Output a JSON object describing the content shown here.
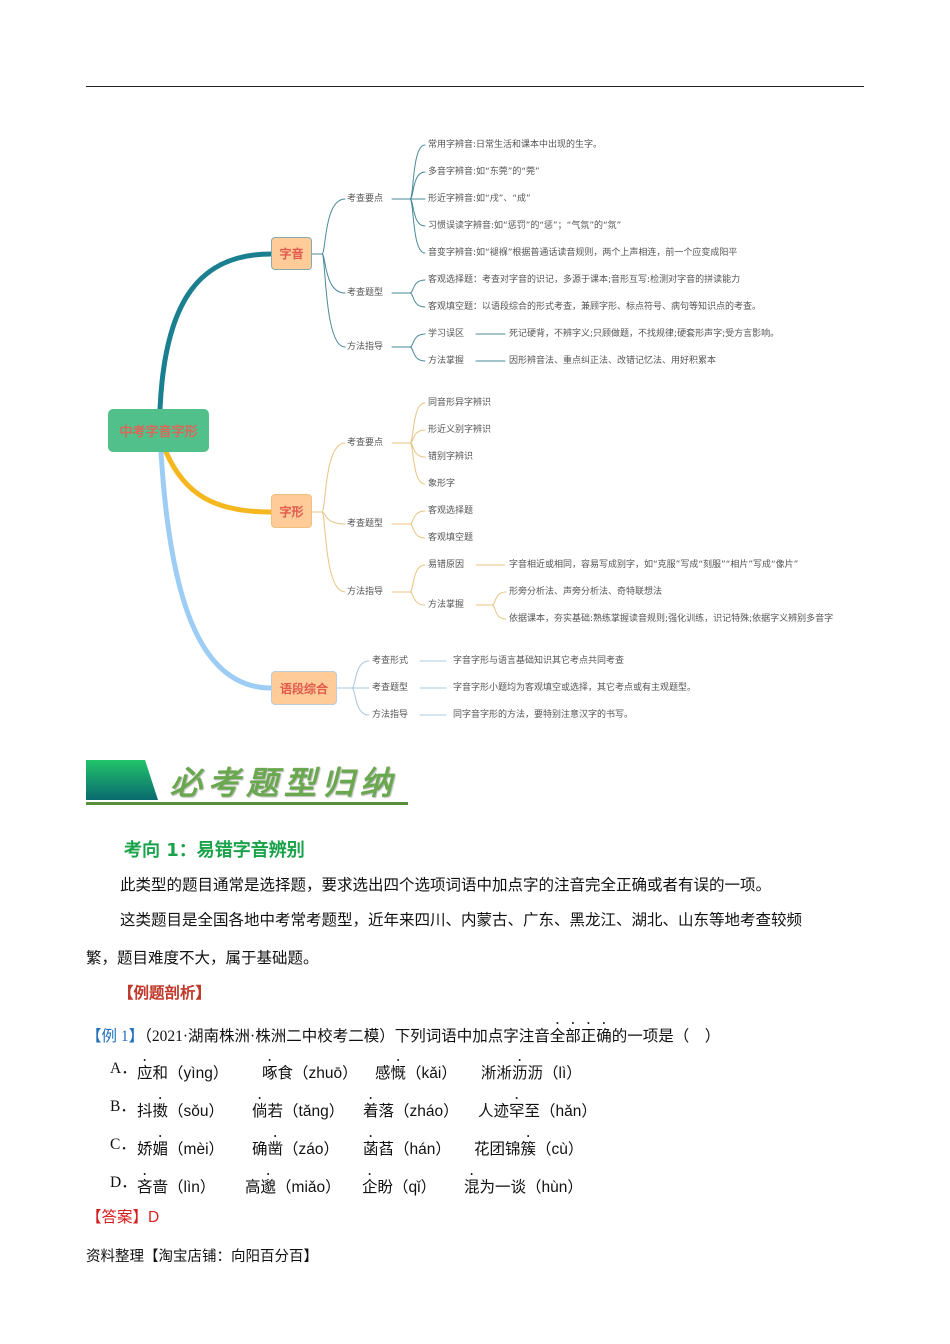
{
  "mindmap": {
    "root": "中考字音字形",
    "colors": {
      "root": "#52c08a",
      "branch1": "#1a7f8e",
      "branch2": "#f5b71f",
      "branch3": "#9dcdf5"
    },
    "b1": {
      "label": "字音",
      "g1": {
        "label": "考查要点",
        "items": [
          "常用字辨音:日常生活和课本中出现的生字。",
          "多音字辨音:如“东莞”的“莞”",
          "形近字辨音:如“戌”、“成”",
          "习惯误读字辨音:如“惩罚”的“惩”；“气氛”的“氛”",
          "音变字辨音:如“褪褓”根据普通话读音规则，两个上声相连，前一个应变成阳平"
        ]
      },
      "g2": {
        "label": "考查题型",
        "items": [
          "客观选择题：考查对字音的识记，多源于课本;音形互写:检测对字音的拼读能力",
          "客观填空题：以语段综合的形式考查，兼顾字形、标点符号、病句等知识点的考查。"
        ]
      },
      "g3": {
        "label": "方法指导",
        "items": [
          {
            "k": "学习误区",
            "v": "死记硬背，不辨字义;只顾做题，不找规律;硬套形声字;受方言影响。"
          },
          {
            "k": "方法掌握",
            "v": "因形辨音法、重点纠正法、改错记忆法、用好积累本"
          }
        ]
      }
    },
    "b2": {
      "label": "字形",
      "g1": {
        "label": "考查要点",
        "items": [
          "同音形异字辨识",
          "形近义别字辨识",
          "错别字辨识",
          "象形字"
        ]
      },
      "g2": {
        "label": "考查题型",
        "items": [
          "客观选择题",
          "客观填空题"
        ]
      },
      "g3": {
        "label": "方法指导",
        "k1": "易错原因",
        "v1": "字音相近或相同，容易写成别字，如“克服”写成“刻服”“相片”写成“像片”",
        "k2": "方法掌握",
        "v2": [
          "形旁分析法、声旁分析法、奇特联想法",
          "依据课本，夯实基础:熟练掌握读音规则;强化训练，识记特殊;依据字义辨别多音字"
        ]
      }
    },
    "b3": {
      "label": "语段综合",
      "items": [
        {
          "k": "考查形式",
          "v": "字音字形与语言基础知识其它考点共同考查"
        },
        {
          "k": "考查题型",
          "v": "字音字形小题均为客观填空或选择，其它考点或有主观题型。"
        },
        {
          "k": "方法指导",
          "v": "同字音字形的方法，要特别注意汉字的书写。"
        }
      ]
    }
  },
  "banner": "必考题型归纳",
  "section": "考向 1：易错字音辨别",
  "para1": "此类型的题目通常是选择题，要求选出四个选项词语中加点字的注音完全正确或者有误的一项。",
  "para2a": "这类题目是全国各地中考常考题型，近年来四川、内蒙古、广东、黑龙江、湖北、山东等地考查较频",
  "para2b": "繁，题目难度不大，属于基础题。",
  "analysis": "【例题剖析】",
  "example": {
    "tag": "【例 1】",
    "pre": "（2021·湖南株洲·株洲二中校考二模）下列词语中加点字注音",
    "dot": "全部正确",
    "post": "的一项是（　）"
  },
  "options": [
    {
      "letter": "A．",
      "words": [
        {
          "b": "",
          "d": "应",
          "a": "和",
          "p": "（yìng）"
        },
        {
          "b": "",
          "d": "啄",
          "a": "食",
          "p": "（zhuō）"
        },
        {
          "b": "感",
          "d": "慨",
          "a": "",
          "p": "（kǎi）"
        },
        {
          "b": "淅淅",
          "d": "沥",
          "a": "沥",
          "p": "（lì）"
        }
      ]
    },
    {
      "letter": "B．",
      "words": [
        {
          "b": "抖",
          "d": "擞",
          "a": "",
          "p": "（sǒu）"
        },
        {
          "b": "",
          "d": "倘",
          "a": "若",
          "p": "（tǎng）"
        },
        {
          "b": "",
          "d": "着",
          "a": "落",
          "p": "（zháo）"
        },
        {
          "b": "人迹",
          "d": "罕",
          "a": "至",
          "p": "（hǎn）"
        }
      ]
    },
    {
      "letter": "C．",
      "words": [
        {
          "b": "娇",
          "d": "媚",
          "a": "",
          "p": "（mèi）"
        },
        {
          "b": "确",
          "d": "凿",
          "a": "",
          "p": "（záo）"
        },
        {
          "b": "",
          "d": "菡",
          "a": "萏",
          "p": "（hán）"
        },
        {
          "b": "花团锦",
          "d": "簇",
          "a": "",
          "p": "（cù）"
        }
      ]
    },
    {
      "letter": "D．",
      "words": [
        {
          "b": "",
          "d": "吝",
          "a": "啬",
          "p": "（lìn）"
        },
        {
          "b": "高",
          "d": "邈",
          "a": "",
          "p": "（miǎo）"
        },
        {
          "b": "",
          "d": "企",
          "a": "盼",
          "p": "（qǐ）"
        },
        {
          "b": "",
          "d": "混",
          "a": "为一谈",
          "p": "（hùn）"
        }
      ]
    }
  ],
  "answer": {
    "tag": "【答案】",
    "value": "D"
  },
  "footer": "资料整理【淘宝店铺：向阳百分百】"
}
